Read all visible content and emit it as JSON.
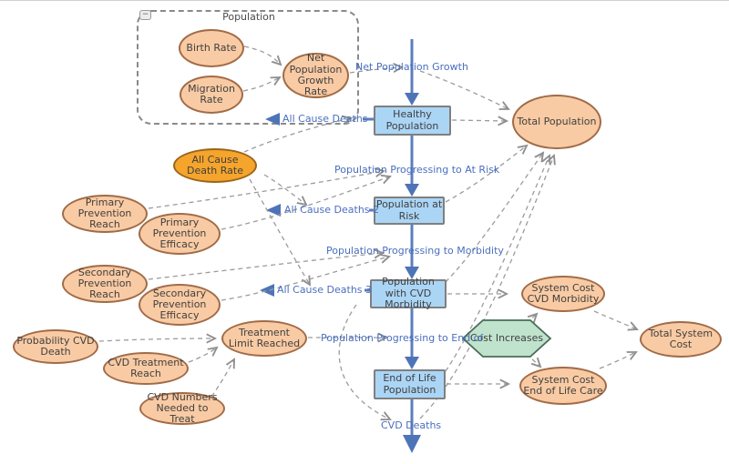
{
  "group": {
    "label": "Population",
    "collapse_icon": "−"
  },
  "nodes": {
    "birth_rate": "Birth Rate",
    "migration_rate": "Migration Rate",
    "net_population_growth_rate": "Net Population Growth Rate",
    "total_population": "Total Population",
    "all_cause_death_rate": "All Cause Death Rate",
    "primary_prevention_reach": "Primary Prevention Reach",
    "primary_prevention_efficacy": "Primary Prevention Efficacy",
    "secondary_prevention_reach": "Secondary Prevention Reach",
    "secondary_prevention_efficacy": "Secondary Prevention Efficacy",
    "probability_cvd_death": "Probability CVD Death",
    "cvd_treatment_reach": "CVD Treatment Reach",
    "cvd_numbers_needed_to_treat": "CVD Numbers Needed to Treat",
    "treatment_limit_reached": "Treatment Limit Reached",
    "system_cost_cvd_morbidity": "System Cost CVD Morbidity",
    "system_cost_end_of_life_care": "System Cost End of Life Care",
    "total_system_cost": "Total System Cost",
    "cost_increases": "Cost Increases"
  },
  "stocks": {
    "healthy_population": "Healthy Population",
    "population_at_risk": "Population at Risk",
    "population_with_cvd_morbidity": "Population with CVD Morbidity",
    "end_of_life_population": "End of Life Population"
  },
  "flows": {
    "net_population_growth": "Net Population Growth",
    "all_cause_deaths": "All Cause Deaths",
    "population_progressing_to_at_risk": "Population Progressing to At Risk",
    "all_cause_deaths_2": "All Cause Deaths 2",
    "population_progressing_to_morbidity": "Population Progressing to Morbidity",
    "all_cause_deaths_3": "All Cause Deaths 3",
    "population_progressing_to_end_of_life": "Population Progressing to End of",
    "cvd_deaths": "CVD Deaths"
  },
  "colors": {
    "variable_fill": "#F9CBA4",
    "variable_border": "#A16B47",
    "highlight_fill": "#F5A42C",
    "highlight_border": "#9A651B",
    "stock_fill": "#ABD5F5",
    "stock_border": "#7F7F7F",
    "flow_blue": "#4E74B8",
    "flow_label_blue": "#4A6FBF",
    "hexagon_fill": "#BFE3CC",
    "hexagon_border": "#4C6B57",
    "connector_gray": "#9B9B9B"
  }
}
